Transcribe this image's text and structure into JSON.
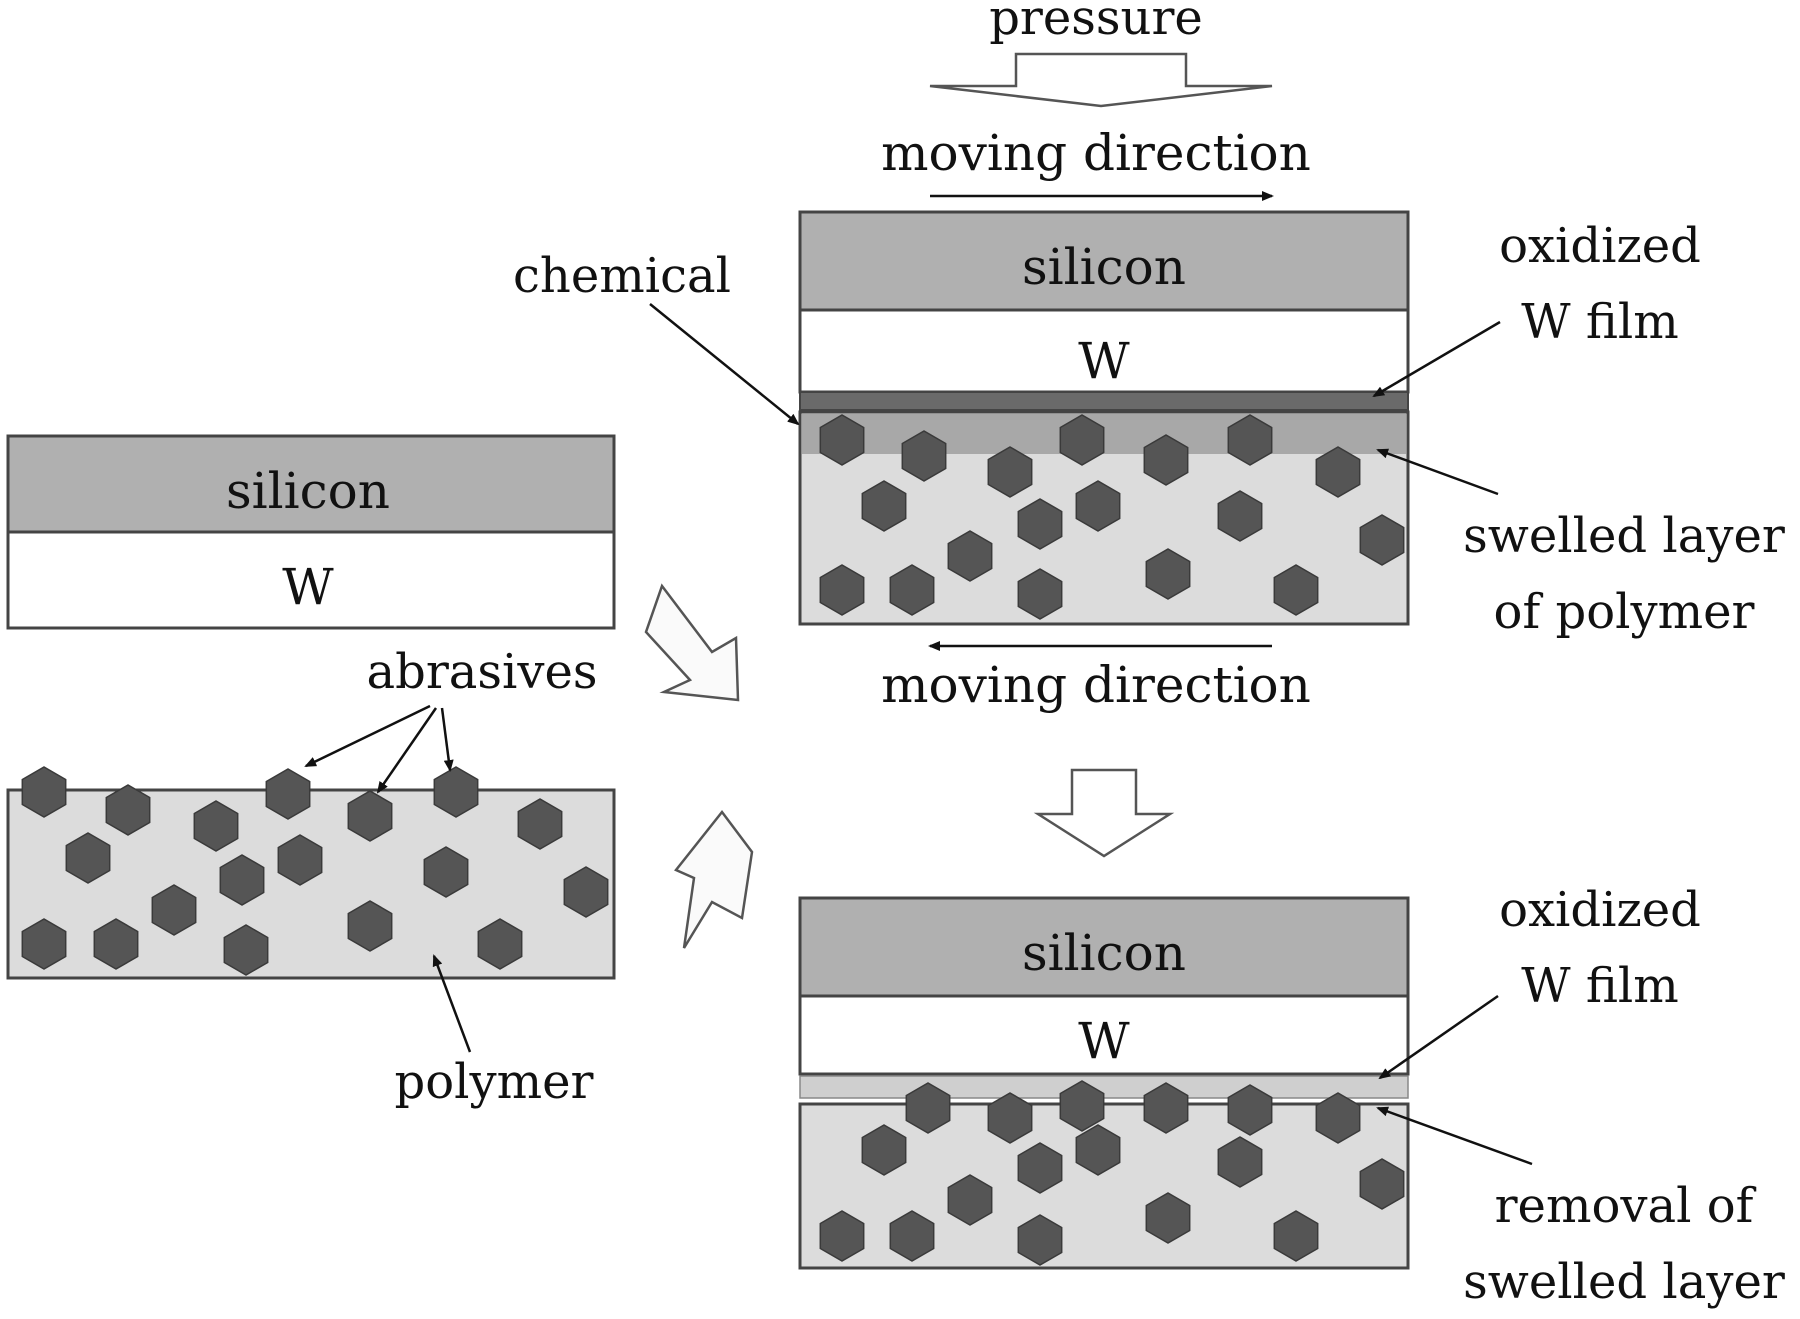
{
  "labels": {
    "pressure": "pressure",
    "moving_direction_top": "moving direction",
    "moving_direction_bottom": "moving direction",
    "chemical": "chemical",
    "oxidized_top_line1": "oxidized",
    "oxidized_top_line2": "W film",
    "swelled_line1": "swelled layer",
    "swelled_line2": "of polymer",
    "oxidized_bottom_line1": "oxidized",
    "oxidized_bottom_line2": "W film",
    "removal_line1": "removal of",
    "removal_line2": "swelled layer",
    "abrasives": "abrasives",
    "polymer": "polymer"
  },
  "layers": {
    "left_silicon": "silicon",
    "left_w": "W",
    "top_silicon": "silicon",
    "top_w": "W",
    "bottom_silicon": "silicon",
    "bottom_w": "W"
  },
  "colors": {
    "silicon": "#b0b0b0",
    "w_layer": "#ffffff",
    "polymer": "#dcdcdc",
    "abrasive": "#555555",
    "oxide_film": "#6a6a6a",
    "swelled_layer": "#a8a8a8",
    "outline": "#444444"
  }
}
